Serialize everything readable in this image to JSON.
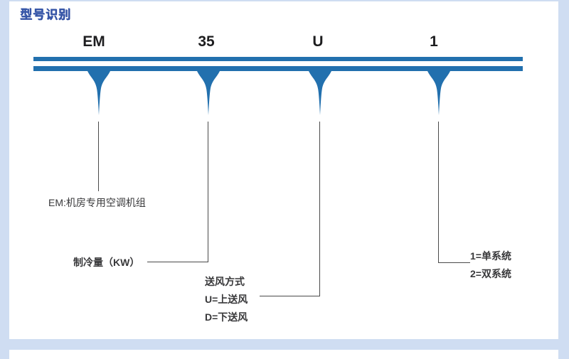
{
  "header": {
    "title": "型号识别"
  },
  "model_code": {
    "segments": [
      {
        "label": "EM"
      },
      {
        "label": "35"
      },
      {
        "label": "U"
      },
      {
        "label": "1"
      }
    ]
  },
  "legend": {
    "em_description": "EM:机房专用空调机组",
    "cooling_capacity": "制冷量（KW）",
    "air_supply": {
      "title": "送风方式",
      "option_u": "U=上送风",
      "option_d": "D=下送风"
    },
    "system": {
      "option_1": "1=单系统",
      "option_2": "2=双系统"
    }
  },
  "icons": [
    {
      "name": "arrow-down-funnel-icon",
      "count": 4
    }
  ],
  "colors": {
    "accent_blue": "#2270ae",
    "title_blue": "#3757a8",
    "code_text": "#1d1d1f",
    "label_text": "#38383a",
    "connector_gray": "#4a4a4a",
    "page_background": "#cfddf2",
    "card_background": "#ffffff"
  }
}
